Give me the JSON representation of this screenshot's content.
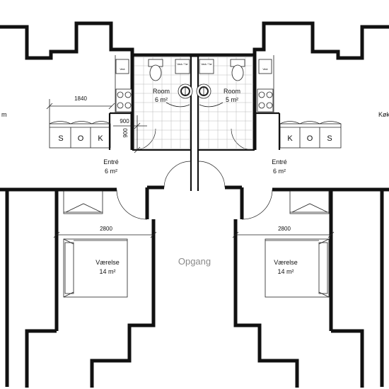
{
  "rooms": {
    "bath_left": {
      "name": "Room",
      "area": "6 m²"
    },
    "bath_right": {
      "name": "Room",
      "area": "5 m²"
    },
    "entry_left": {
      "name": "Entré",
      "area": "6 m²"
    },
    "entry_right": {
      "name": "Entré",
      "area": "6 m²"
    },
    "bedroom_left": {
      "name": "Værelse",
      "area": "14 m²"
    },
    "bedroom_right": {
      "name": "Værelse",
      "area": "14 m²"
    },
    "stair": {
      "name": "Opgang"
    },
    "edge_left": "m",
    "edge_right": "Køk"
  },
  "dimensions": {
    "kitchen_width": "1840",
    "cabinet_depth_a": "900",
    "cabinet_depth_b": "900",
    "bedroom_left_width": "2800",
    "bedroom_right_width": "2800"
  },
  "cabinets": {
    "left": [
      "S",
      "O",
      "K"
    ],
    "right": [
      "K",
      "O",
      "S"
    ]
  },
  "fixtures": {
    "vask": "Vask",
    "vask_tor": "Vask / Tør"
  }
}
